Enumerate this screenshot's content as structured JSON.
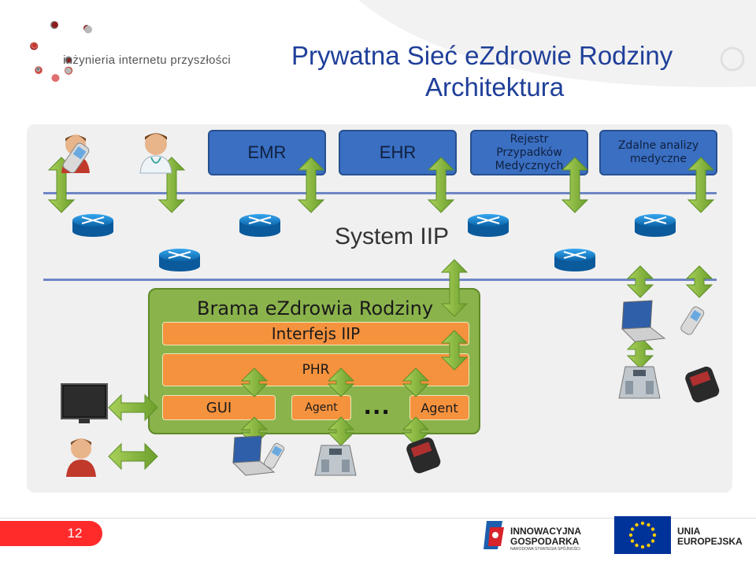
{
  "header": {
    "logo_text": "inżynieria internetu przyszłości",
    "title_line1": "Prywatna Sieć eZdrowie Rodziny",
    "title_line2": "Architektura"
  },
  "systems": {
    "emr": "EMR",
    "ehr": "EHR",
    "registry": [
      "Rejestr",
      "Przypadków",
      "Medycznych"
    ],
    "analytics": [
      "Zdalne analizy",
      "medyczne"
    ]
  },
  "network": {
    "label": "System IIP"
  },
  "gateway": {
    "title": "Brama eZdrowia Rodziny",
    "interface_label": "Interfejs IIP",
    "phr_label": "PHR",
    "gui_label": "GUI",
    "agent_label_1": "Agent",
    "agent_label_2": "Agent",
    "ellipsis": "..."
  },
  "footer": {
    "page_number": "12",
    "innov_line1": "INNOWACYJNA",
    "innov_line2": "GOSPODARKA",
    "innov_line3": "NARODOWA STRATEGIA SPÓJNOŚCI",
    "eu_line1": "UNIA",
    "eu_line2": "EUROPEJSKA"
  },
  "colors": {
    "title": "#1f3f99",
    "system_box": "#3a6fc2",
    "gateway": "#8bb34c",
    "bar": "#f5923e",
    "arrow": "#8bbd3e",
    "router": "#1e8ad6",
    "page_badge": "#ff2b2b"
  }
}
